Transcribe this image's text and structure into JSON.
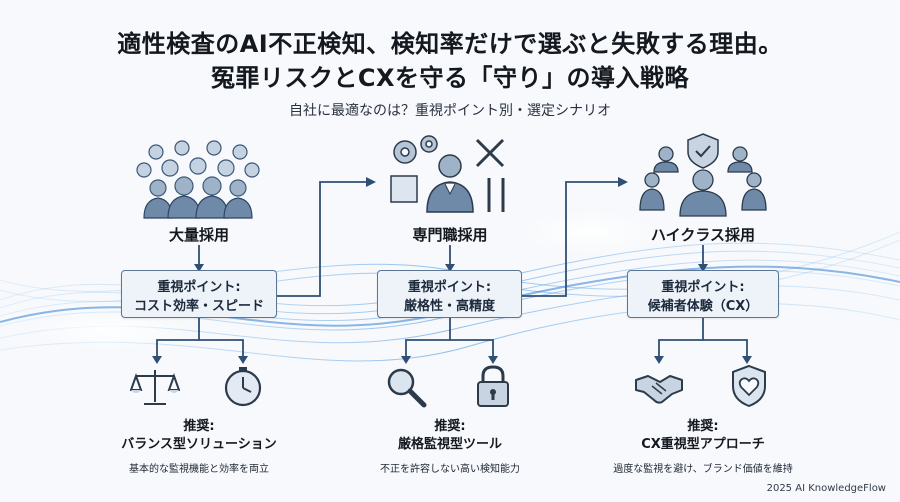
{
  "header": {
    "title_line1": "適性検査のAI不正検知、検知率だけで選ぶと失敗する理由。",
    "title_line2": "冤罪リスクとCXを守る「守り」の導入戦略",
    "subtitle": "自社に最適なのは？重視ポイント別・選定シナリオ"
  },
  "columns": [
    {
      "title": "大量採用",
      "focus_label": "重視ポイント:",
      "focus_value": "コスト効率・スピード",
      "rec_label": "推奨:",
      "rec_value": "バランス型ソリューション",
      "description": "基本的な監視機能と効率を両立",
      "main_icon": "crowd-icon",
      "branch_icons": [
        "scale-icon",
        "clock-icon"
      ]
    },
    {
      "title": "専門職採用",
      "focus_label": "重視ポイント:",
      "focus_value": "厳格性・高精度",
      "rec_label": "推奨:",
      "rec_value": "厳格監視型ツール",
      "description": "不正を許容しない高い検知能力",
      "main_icon": "engineer-tools-icon",
      "branch_icons": [
        "magnifier-icon",
        "padlock-icon"
      ]
    },
    {
      "title": "ハイクラス採用",
      "focus_label": "重視ポイント:",
      "focus_value": "候補者体験（CX）",
      "rec_label": "推奨:",
      "rec_value": "CX重視型アプローチ",
      "description": "過度な監視を避け、ブランド価値を維持",
      "main_icon": "executives-shield-icon",
      "branch_icons": [
        "handshake-icon",
        "heart-shield-icon"
      ]
    }
  ],
  "footer": "2025 AI KnowledgeFlow",
  "colors": {
    "wave": "#4a90d9",
    "connector": "#2f4f73",
    "box_border": "#5b7594"
  }
}
